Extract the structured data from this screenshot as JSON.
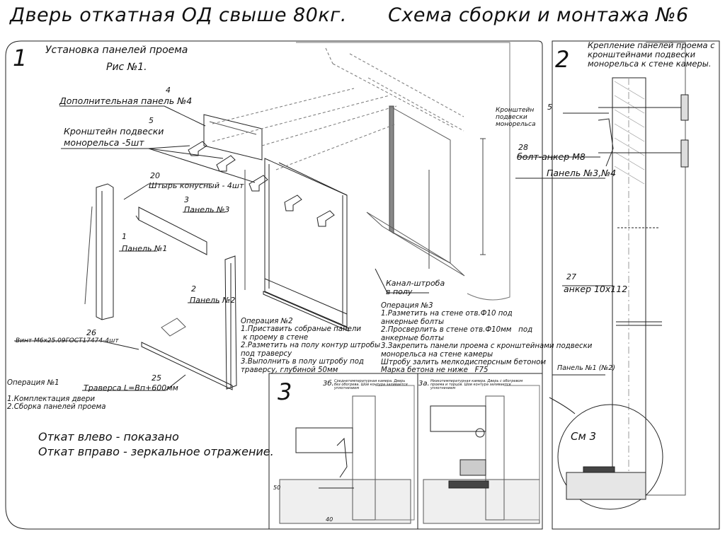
{
  "header": {
    "title_left": "Дверь откатная ОД свыше 80кг.",
    "title_right": "Схема сборки и монтажа №6"
  },
  "section1": {
    "number": "1",
    "title_line1": "Установка панелей проема",
    "title_line2": "Рис №1.",
    "callouts": [
      {
        "num": "4",
        "label": "Дополнительная панель №4"
      },
      {
        "num": "5",
        "label": "Кронштейн подвески монорельса -5шт"
      },
      {
        "num": "20",
        "label": "Штырь конусный - 4шт"
      },
      {
        "num": "3",
        "label": "Панель №3"
      },
      {
        "num": "1",
        "label": "Панель №1"
      },
      {
        "num": "2",
        "label": "Панель №2"
      },
      {
        "num": "26",
        "label": "Винт М6х25.09ГОСТ17474-4шт"
      },
      {
        "num": "25",
        "label": "Траверса  L=Bп+600мм"
      }
    ],
    "bracket_label_line1": "Кронштейн подвески",
    "bracket_label_line2": "монорельса -5шт",
    "channel_label_line1": "Канал-штроба",
    "channel_label_line2": "в полу",
    "operation1": "Операция №1\n\n1.Комплектация двери\n2.Сборка панелей проема",
    "operation2": "Операция №2\n1.Приставить собраные панели\n к проему в стене\n2.Разметить на полу контур штробы\nпод траверсу\n3.Выполнить в полу штробу под\nтраверсу, глубиной 50мм",
    "operation3": "Операция №3\n1.Разметить на стене отв.Ф10 под\nанкерные болты\n2.Просверлить в стене отв.Ф10мм   под\nанкерные болты\n3.Закрепить панели проема с кронштейнами подвески\nмонорельса на стене камеры\nШтробу залить мелкодисперсным бетоном\nМарка бетона не ниже   F75",
    "note_left": "Откат влево - показано",
    "note_right": "Откат вправо - зеркальное отражение."
  },
  "section2": {
    "number": "2",
    "title": "Крепление панелей проема с\nкронштейнами подвески\nмонорельса к стене камеры.",
    "callouts": [
      {
        "num": "5",
        "label": "Кронштейн подвески монорельса"
      },
      {
        "num": "28",
        "label": "болт-анкер М8"
      },
      {
        "num": "",
        "label": "Панель №3,№4"
      },
      {
        "num": "27",
        "label": "анкер 10х112"
      },
      {
        "num": "",
        "label": "Панель №1 (№2)"
      }
    ],
    "see_ref": "См 3"
  },
  "section3": {
    "number": "3",
    "sub_a": "3а.",
    "sub_b": "3б.",
    "note_a": "Низкотемпературная камера. Дверь с обогревом проема и торцов. Шов контура заливается уплотнением",
    "note_b": "Среднетемпературная камера. Дверь без обогрева. Шов контура заливается уплотнением",
    "dim_50": "50",
    "dim_40": "40"
  }
}
